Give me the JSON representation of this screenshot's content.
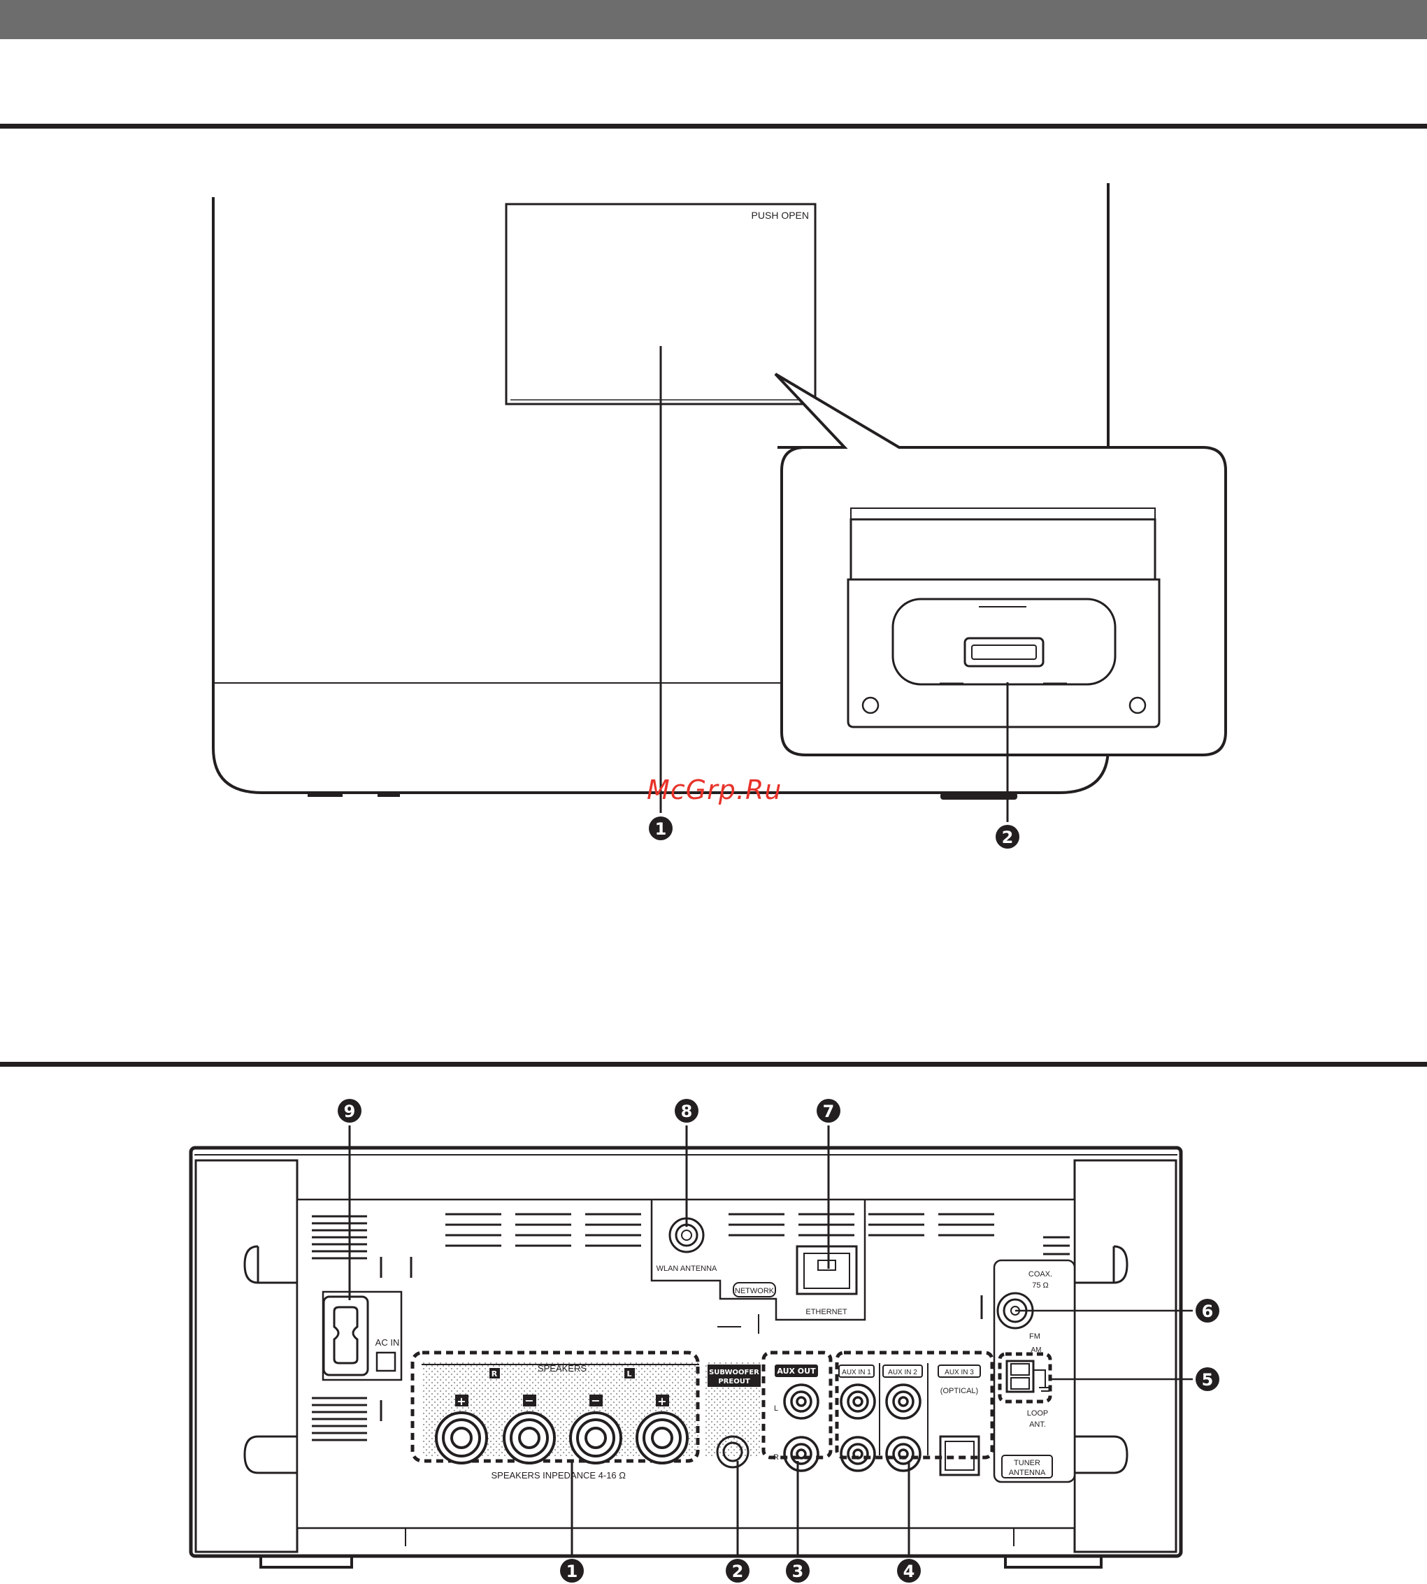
{
  "watermark": "McGrp.Ru",
  "colors": {
    "ink": "#231f20",
    "header_bar": "#6d6d6d",
    "watermark": "#e8332a"
  },
  "front": {
    "push_open": "PUSH OPEN",
    "callouts": [
      "1",
      "2"
    ]
  },
  "rear": {
    "callouts_top": [
      "9",
      "8",
      "7"
    ],
    "callouts_right": [
      "6",
      "5"
    ],
    "callouts_bottom": [
      "1",
      "2",
      "3",
      "4"
    ],
    "labels": {
      "wlan_antenna": "WLAN ANTENNA",
      "network": "NETWORK",
      "ethernet": "ETHERNET",
      "ac_in": "AC IN",
      "speakers": "SPEAKERS",
      "speakers_r": "R",
      "speakers_l": "L",
      "speakers_impedance": "SPEAKERS INPEDANCE 4-16 Ω",
      "subwoofer_line1": "SUBWOOFER",
      "subwoofer_line2": "PREOUT",
      "aux_out": "AUX OUT",
      "aux_out_l": "L",
      "aux_out_r": "R",
      "aux_in_1": "AUX IN 1",
      "aux_in_2": "AUX IN 2",
      "aux_in_3": "AUX IN 3",
      "optical": "(OPTICAL)",
      "coax_line1": "COAX.",
      "coax_line2": "75 Ω",
      "fm": "FM",
      "am": "AM",
      "loop_line1": "LOOP",
      "loop_line2": "ANT.",
      "tuner_line1": "TUNER",
      "tuner_line2": "ANTENNA"
    }
  }
}
